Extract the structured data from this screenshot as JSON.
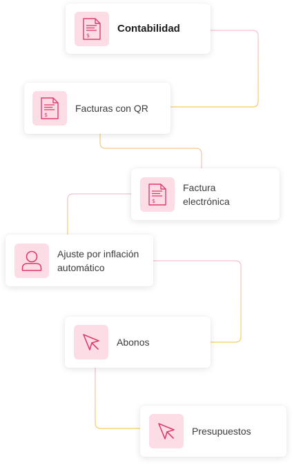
{
  "colors": {
    "accent": "#dd3b6a",
    "icon_bg": "#fcdde6",
    "line_start": "#f6bfd0",
    "line_end": "#f3cf5e"
  },
  "nodes": [
    {
      "label": "Contabilidad",
      "icon": "invoice-document-icon"
    },
    {
      "label": "Facturas con QR",
      "icon": "invoice-document-icon"
    },
    {
      "label": "Factura electrónica",
      "icon": "invoice-document-icon"
    },
    {
      "label": "Ajuste por inflación automático",
      "icon": "user-icon"
    },
    {
      "label": "Abonos",
      "icon": "cursor-arrow-icon"
    },
    {
      "label": "Presupuestos",
      "icon": "cursor-arrow-icon"
    }
  ]
}
